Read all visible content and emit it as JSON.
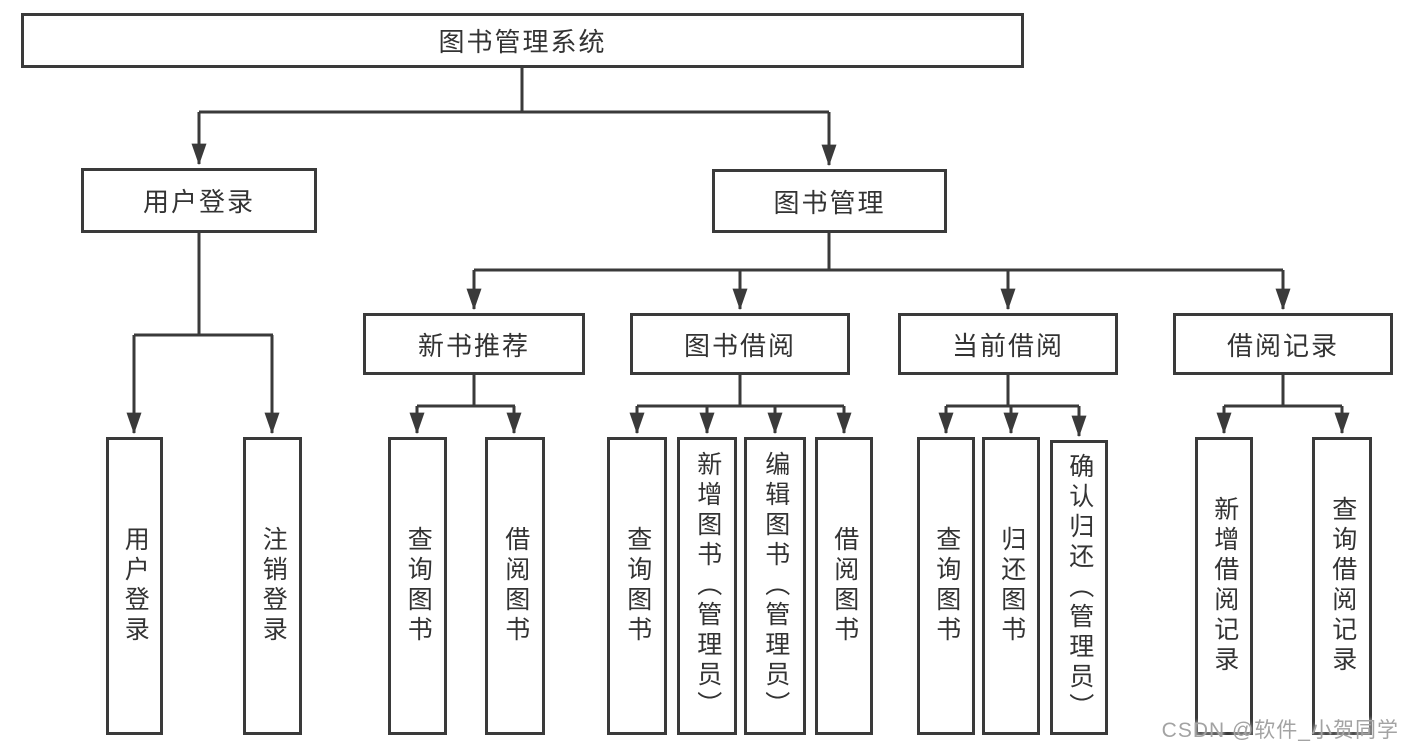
{
  "diagram": {
    "root": "图书管理系统",
    "level2": {
      "user_login": "用户登录",
      "book_mgmt": "图书管理"
    },
    "level3": {
      "new_books": "新书推荐",
      "borrowing": "图书借阅",
      "current": "当前借阅",
      "records": "借阅记录"
    },
    "leaves": {
      "login": "用户登录",
      "logout": "注销登录",
      "nb_query": "查询图书",
      "nb_borrow": "借阅图书",
      "bw_query": "查询图书",
      "bw_add": "新增图书（管理员）",
      "bw_edit": "编辑图书（管理员）",
      "bw_borrow": "借阅图书",
      "cur_query": "查询图书",
      "cur_return": "归还图书",
      "cur_confirm": "确认归还（管理员）",
      "rec_add": "新增借阅记录",
      "rec_query": "查询借阅记录"
    },
    "watermark": "CSDN @软件_小贺同学",
    "colors": {
      "line": "#3a3a3a",
      "text": "#333333",
      "background": "#ffffff",
      "watermark": "#a3a3a3"
    }
  }
}
